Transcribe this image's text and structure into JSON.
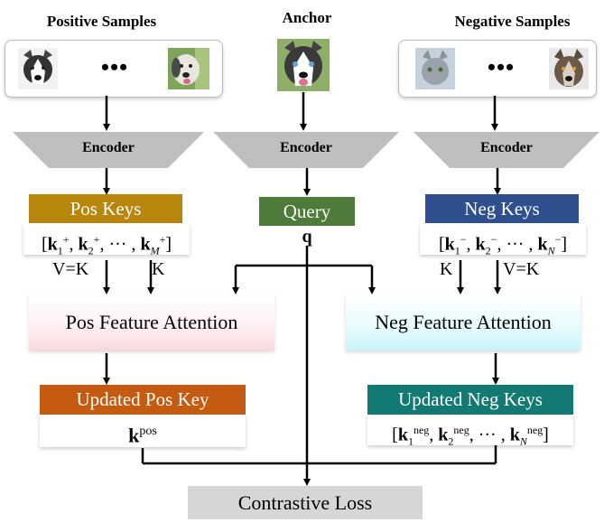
{
  "headers": {
    "positive": "Positive Samples",
    "anchor": "Anchor",
    "negative": "Negative Samples"
  },
  "dots": "•••",
  "encoder_label": "Encoder",
  "pos_keys": {
    "title": "Pos Keys",
    "title_color": "#b8860b"
  },
  "query": {
    "title": "Query",
    "symbol": "q",
    "title_color": "#4e7b39"
  },
  "neg_keys": {
    "title": "Neg Keys",
    "title_color": "#2f4f8f"
  },
  "labels": {
    "v_eq_k": "V=K",
    "k": "K"
  },
  "pos_attention": "Pos Feature Attention",
  "neg_attention": "Neg Feature Attention",
  "updated_pos": {
    "title": "Updated Pos Key",
    "title_color": "#c55a11"
  },
  "updated_neg": {
    "title": "Updated Neg Keys",
    "title_color": "#127a73"
  },
  "loss": "Contrastive Loss",
  "icons": [
    "husky-icon",
    "dog-icon",
    "cat-icon",
    "wolf-icon"
  ]
}
